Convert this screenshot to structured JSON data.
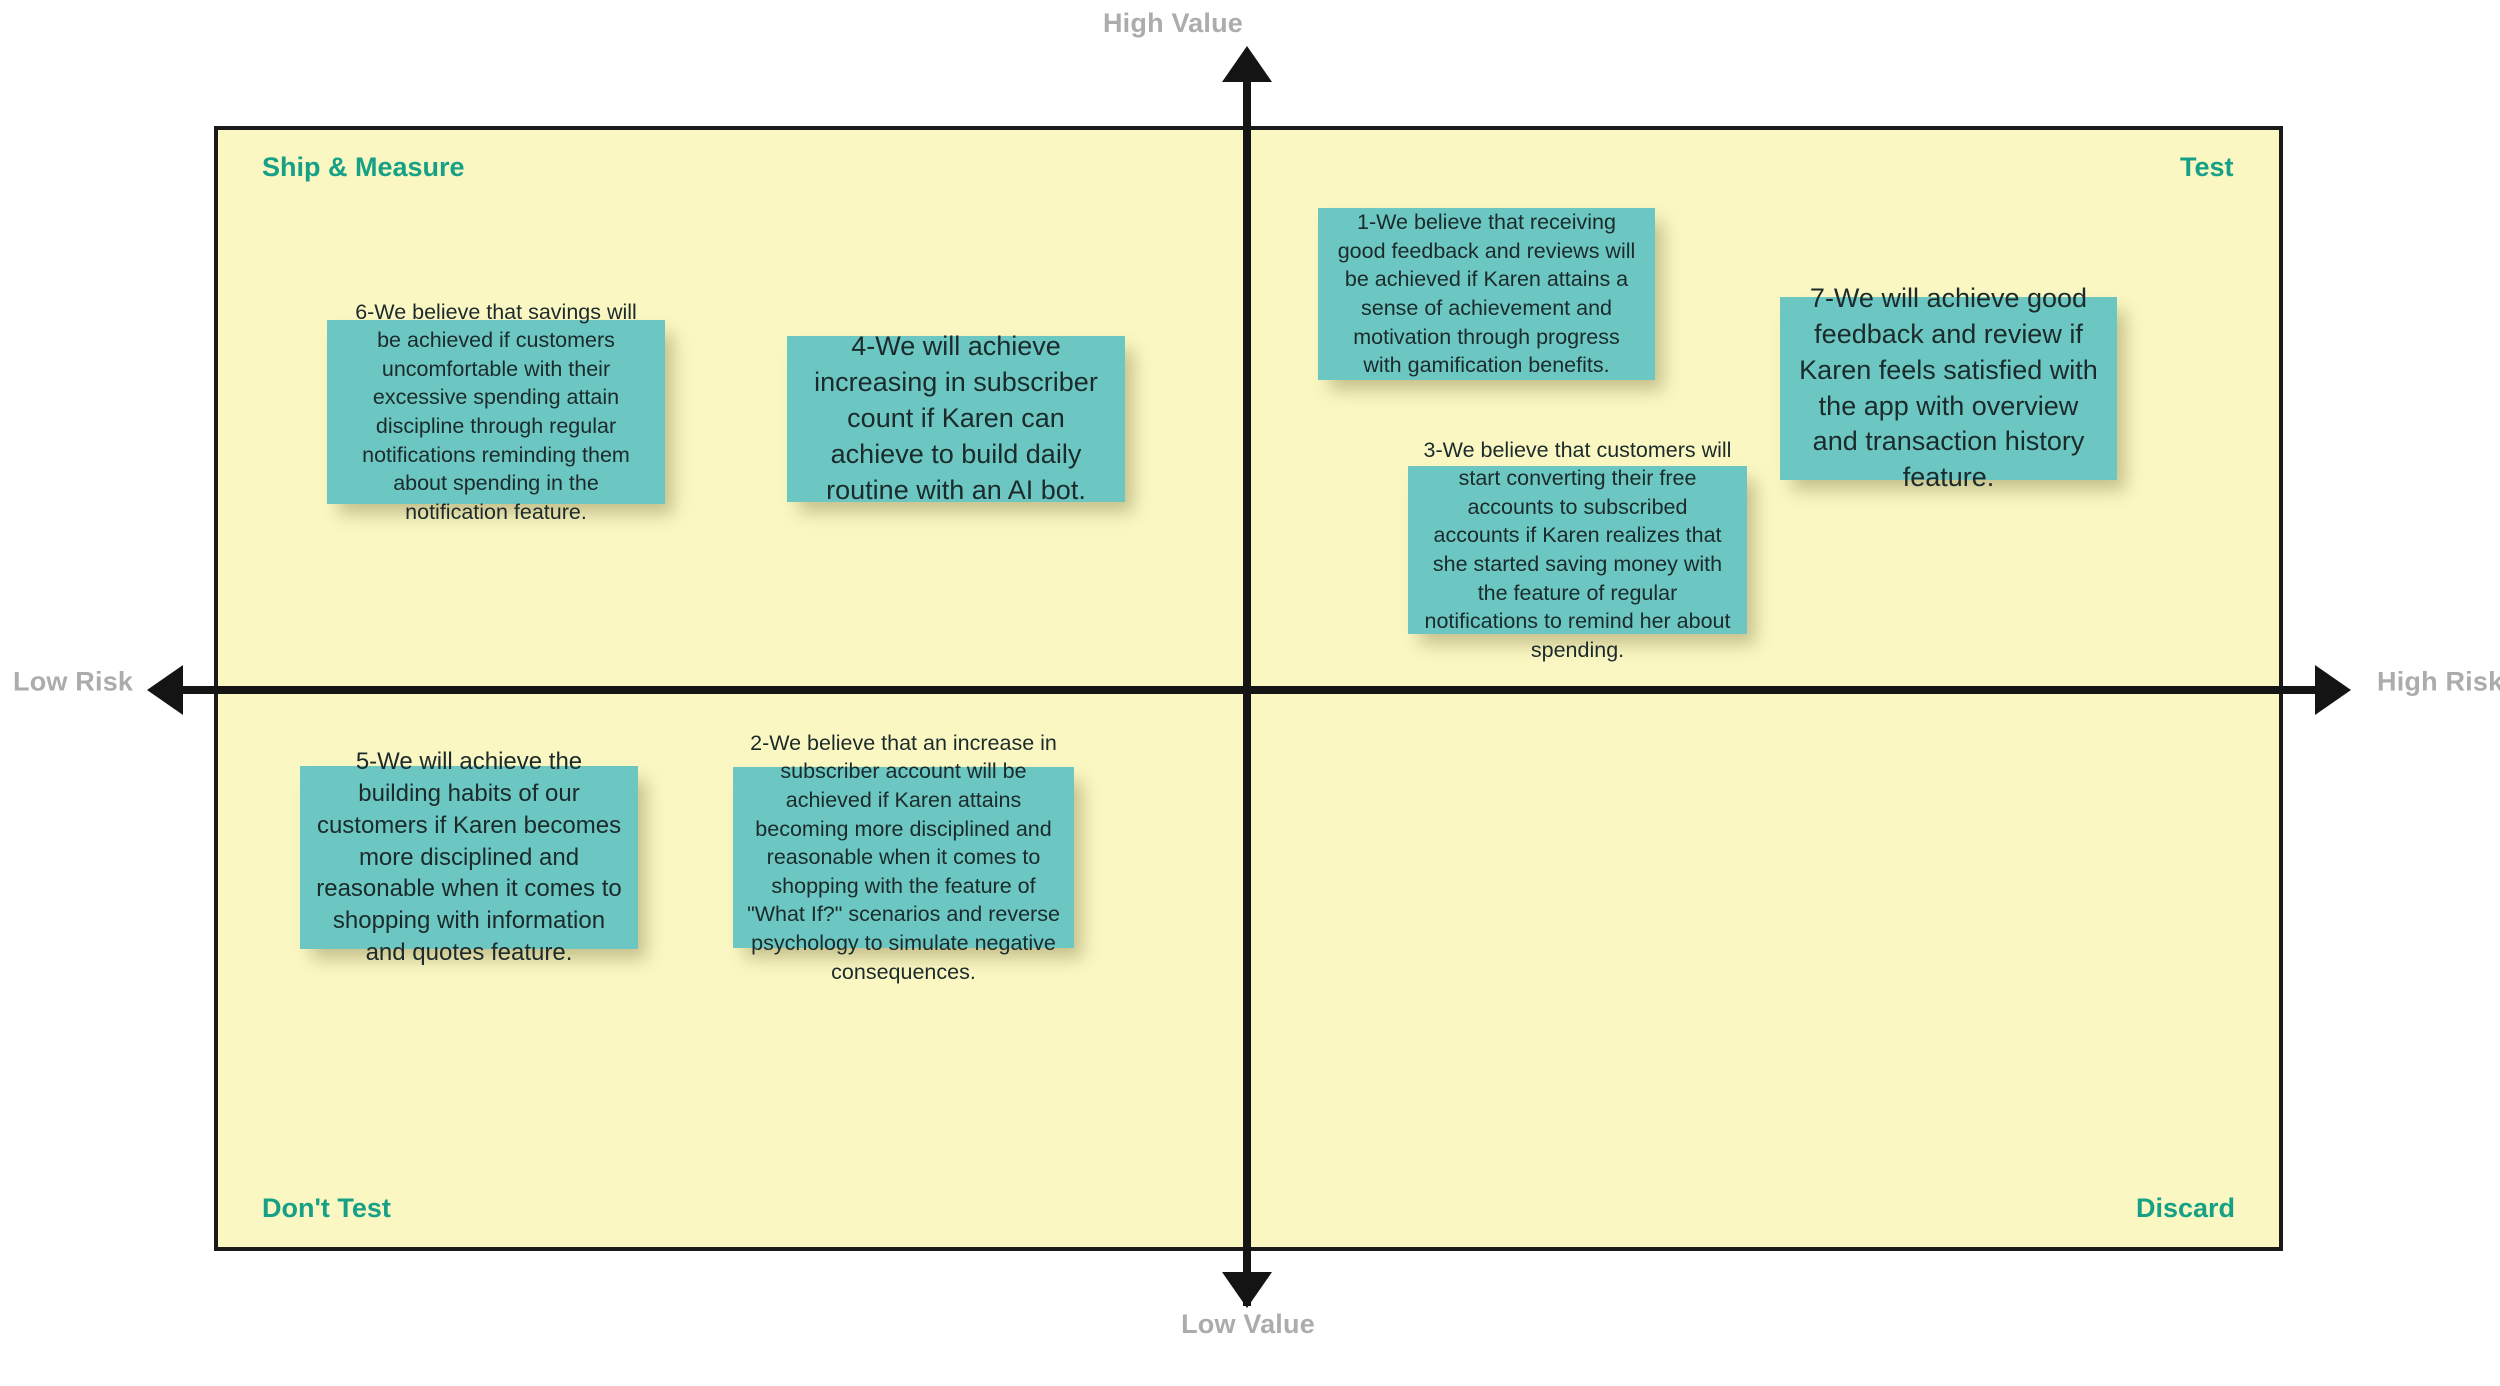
{
  "axes": {
    "top_label": "High Value",
    "bottom_label": "Low Value",
    "left_label": "Low Risk",
    "right_label": "High Risk"
  },
  "quadrants": {
    "top_left": "Ship & Measure",
    "top_right": "Test",
    "bottom_left": "Don't Test",
    "bottom_right": "Discard"
  },
  "colors": {
    "board_background": "#FAF7C3",
    "note_fill": "#6CC6C1",
    "quadrant_label": "#16A085",
    "axis_label": "#ACACAC",
    "axis_line": "#141414"
  },
  "notes": [
    {
      "id": 1,
      "quadrant": "Test",
      "text": "1-We believe that receiving good feedback and reviews will be achieved if Karen attains a sense of achievement and motivation through progress with gamification benefits."
    },
    {
      "id": 2,
      "quadrant": "Don't Test",
      "text": "2-We believe that an increase in subscriber account will be achieved if Karen attains becoming more disciplined and reasonable when it comes to shopping with the feature of \"What If?\" scenarios and reverse psychology to simulate negative consequences."
    },
    {
      "id": 3,
      "quadrant": "Test",
      "text": "3-We believe that customers will start converting their free accounts to subscribed accounts if Karen realizes that she started saving money with the feature of regular notifications to remind her about spending."
    },
    {
      "id": 4,
      "quadrant": "Ship & Measure",
      "text": "4-We will achieve increasing in subscriber count if Karen can achieve to build daily routine with an AI bot."
    },
    {
      "id": 5,
      "quadrant": "Don't Test",
      "text": "5-We will achieve the building habits of our customers if Karen becomes more disciplined and reasonable when it comes to shopping with information and quotes feature."
    },
    {
      "id": 6,
      "quadrant": "Ship & Measure",
      "text": "6-We believe that savings will be achieved if customers uncomfortable with their excessive spending attain discipline through regular notifications reminding them about spending in the notification feature."
    },
    {
      "id": 7,
      "quadrant": "Test",
      "text": "7-We will achieve good feedback and review if Karen feels satisfied with the app with overview and transaction history feature."
    }
  ]
}
